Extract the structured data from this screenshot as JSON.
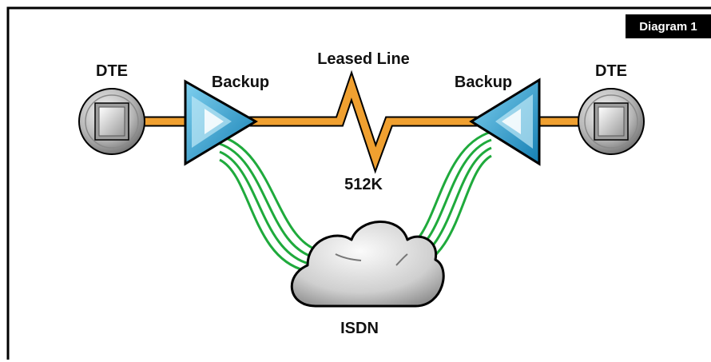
{
  "badge": {
    "text": "Diagram 1"
  },
  "labels": {
    "dte_left": "DTE",
    "dte_right": "DTE",
    "backup_left": "Backup",
    "backup_right": "Backup",
    "leased_line": "Leased Line",
    "speed": "512K",
    "cloud": "ISDN"
  },
  "colors": {
    "line": "#f0a030",
    "isdn": "#1faa3c",
    "device": "#2aa5d6",
    "border": "#000000"
  },
  "icons": {
    "dte": "terminal-icon",
    "backup": "backup-router-icon",
    "cloud": "isdn-cloud-icon"
  }
}
